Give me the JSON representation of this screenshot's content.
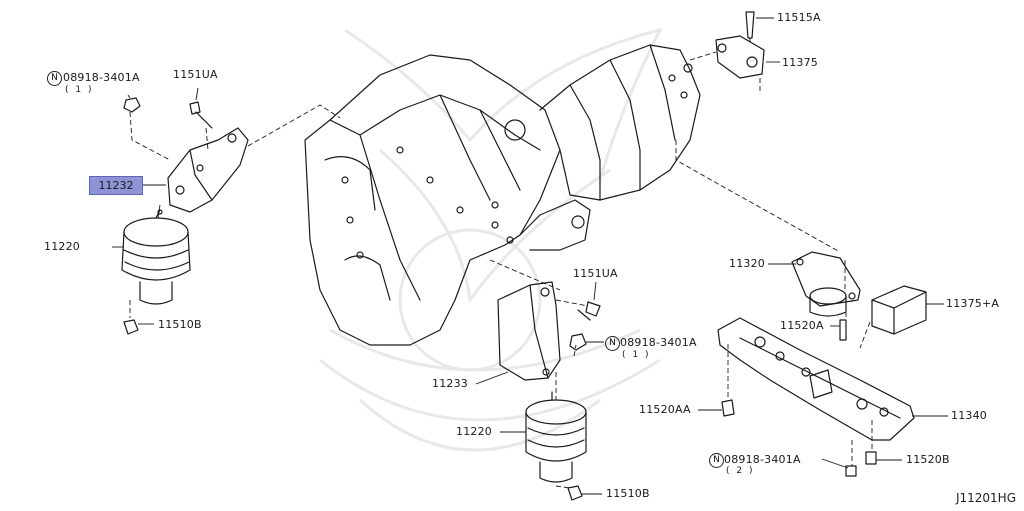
{
  "diagram": {
    "drawing_code": "J11201HG",
    "highlight_color": "#8e93d6",
    "parts": {
      "p11232": "11232",
      "p11220_left": "11220",
      "p11510b_left": "11510B",
      "p1151ua_top": "1151UA",
      "p08918_top": "08918-3401A",
      "p08918_top_qty": "( 1 )",
      "p11515a": "11515A",
      "p11375": "11375",
      "p11320": "11320",
      "p11375a": "11375+A",
      "p11520a": "11520A",
      "p1151ua_mid": "1151UA",
      "p08918_mid": "08918-3401A",
      "p08918_mid_qty": "( 1 )",
      "p11233": "11233",
      "p11520aa": "11520AA",
      "p11340": "11340",
      "p11220_bottom": "11220",
      "p11510b_bottom": "11510B",
      "p08918_bot": "08918-3401A",
      "p08918_bot_qty": "( 2 )",
      "p11520b": "11520B"
    },
    "n_symbol": "N"
  }
}
